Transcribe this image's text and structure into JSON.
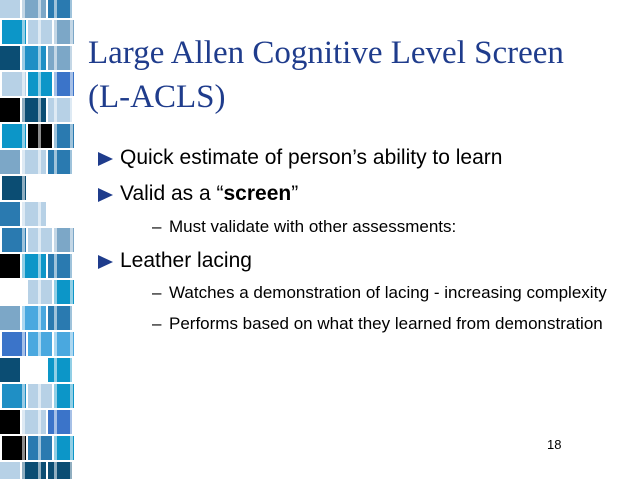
{
  "slide": {
    "title_line1": "Large Allen Cognitive Level Screen",
    "title_line2": "(L-ACLS)",
    "bullets": [
      {
        "text": "Quick estimate of person’s ability to learn"
      },
      {
        "pre": "Valid as a “",
        "bold": "screen",
        "post": "”"
      },
      {
        "sub": "Must validate with other assessments:"
      },
      {
        "text": "Leather lacing"
      },
      {
        "sub": "Watches a demonstration of lacing - increasing complexity"
      },
      {
        "sub": "Performs based on what they learned from demonstration"
      }
    ],
    "dash": "–",
    "page_number": "18"
  },
  "colors": {
    "title": "#1f3c8c",
    "bullet_marker": "#1f3c8c",
    "sidebar_palette": [
      "#0b4d73",
      "#2a7ab0",
      "#0c96c8",
      "#4aa8df",
      "#b7d1e6",
      "#7ca7c7",
      "#000000",
      "#3b74c9",
      "#1f8fc5",
      "#ffffff"
    ]
  }
}
